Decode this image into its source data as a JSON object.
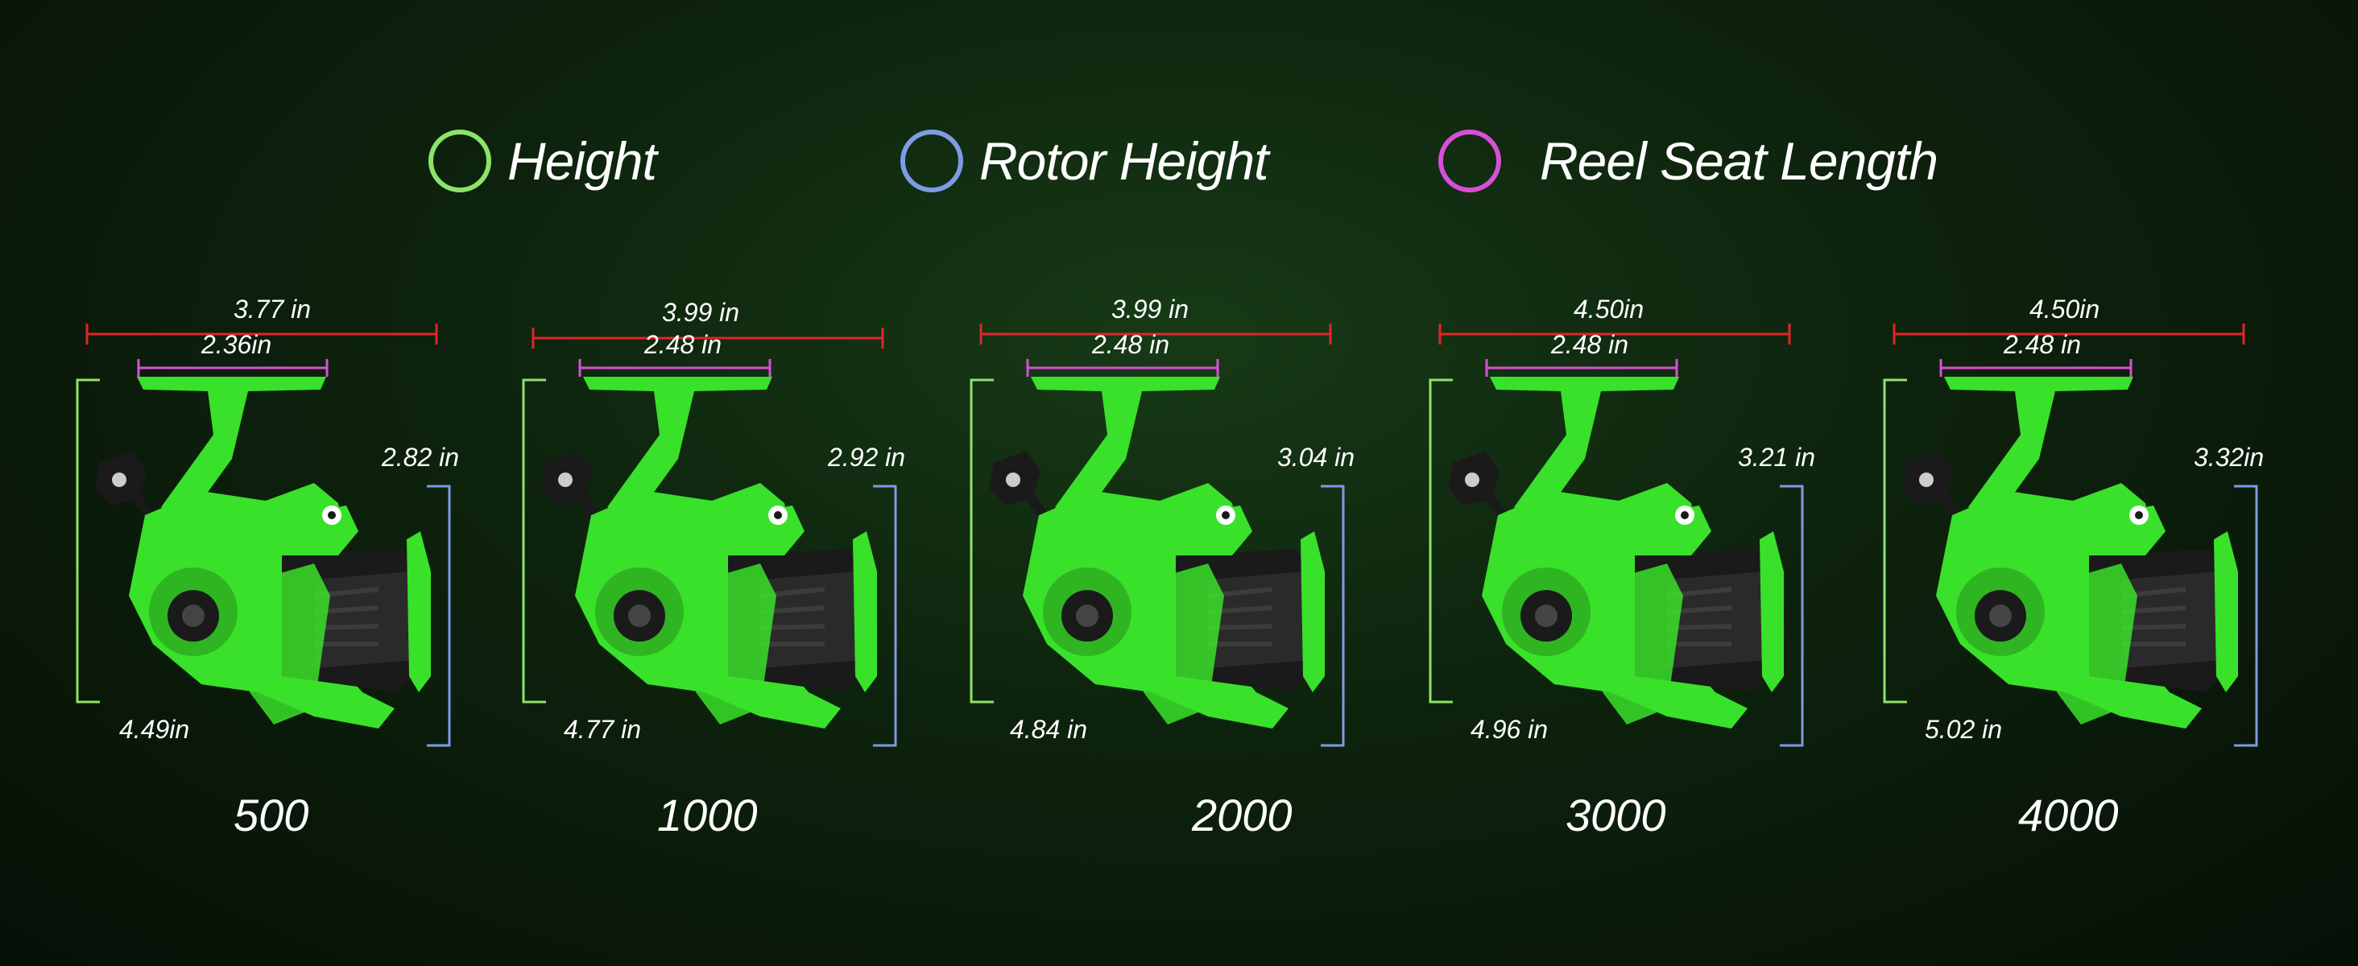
{
  "legend": [
    {
      "label": "Height",
      "color": "#8de36a",
      "icon": "green-circle-icon"
    },
    {
      "label": "Rotor Height",
      "color": "#7f9be3",
      "icon": "blue-circle-icon"
    },
    {
      "label": "Reel Seat Length",
      "color": "#d84fd8",
      "icon": "magenta-circle-icon"
    }
  ],
  "reels": [
    {
      "model": "500",
      "width": "3.77 in",
      "seat": "2.36in",
      "rotor": "2.82 in",
      "height": "4.49in"
    },
    {
      "model": "1000",
      "width": "3.99 in",
      "seat": "2.48 in",
      "rotor": "2.92 in",
      "height": "4.77 in"
    },
    {
      "model": "2000",
      "width": "3.99 in",
      "seat": "2.48 in",
      "rotor": "3.04 in",
      "height": "4.84 in"
    },
    {
      "model": "3000",
      "width": "4.50in",
      "seat": "2.48 in",
      "rotor": "3.21 in",
      "height": "4.96 in"
    },
    {
      "model": "4000",
      "width": "4.50in",
      "seat": "2.48 in",
      "rotor": "3.32in",
      "height": "5.02 in"
    }
  ],
  "colors": {
    "width_line": "#e0262a",
    "seat_line": "#d84fd8",
    "rotor_line": "#7f9be3",
    "height_line": "#8de36a",
    "reel_body": "#39e12a",
    "reel_dark": "#1a1a1a"
  }
}
